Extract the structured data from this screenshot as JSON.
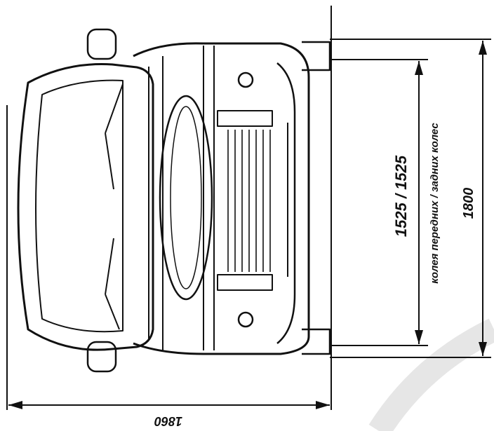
{
  "diagram": {
    "dimensions": {
      "overall_width": "1860",
      "overall_height": "1800",
      "track": "1525 / 1525",
      "track_caption": "колея передних / задних колес"
    },
    "colors": {
      "ink": "#111111",
      "background": "#ffffff",
      "corner_arc": "#e6e6e6"
    }
  }
}
